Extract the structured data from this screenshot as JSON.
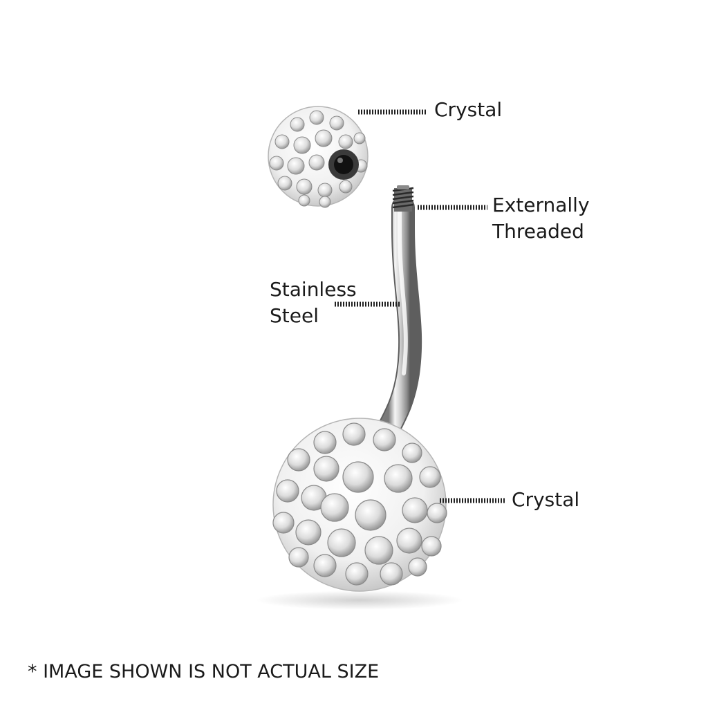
{
  "labels": {
    "crystal_top": "Crystal",
    "threaded_line1": "Externally",
    "threaded_line2": "Threaded",
    "steel_line1": "Stainless",
    "steel_line2": "Steel",
    "crystal_bottom": "Crystal"
  },
  "disclaimer": "* IMAGE SHOWN IS NOT ACTUAL SIZE",
  "colors": {
    "label_text": "#1a1a1a",
    "leader_line": "#222222",
    "steel_light": "#f2f2f2",
    "steel_dark": "#6e6e6e",
    "crystal_base": "#f4f4f4",
    "crystal_edge": "#b8b8b8"
  }
}
